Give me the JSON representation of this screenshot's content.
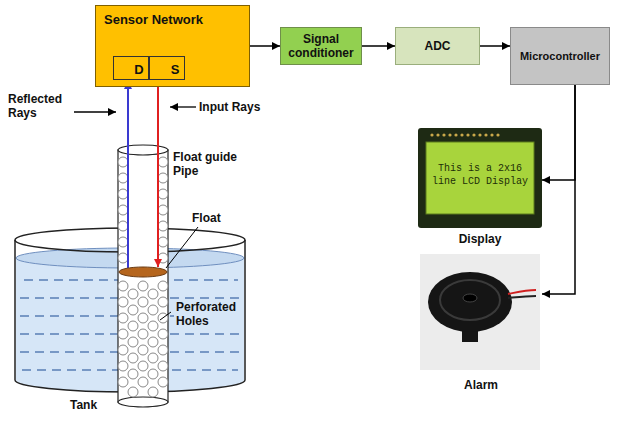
{
  "diagram": {
    "nodes": [
      {
        "text": [
          "Sensor Network"
        ]
      },
      {
        "text": [
          "D"
        ],
        "in": 0
      },
      {
        "text": [
          "S"
        ],
        "in": 0
      },
      {
        "text": [
          "Signal conditioner"
        ]
      },
      {
        "text": [
          "ADC"
        ]
      },
      {
        "text": [
          "Microcontroller"
        ]
      },
      {
        "text": [
          "This is a 2x16 line LCD Display",
          "Display"
        ]
      },
      {
        "text": [
          "Alarm"
        ]
      }
    ],
    "edges": [
      {
        "from": 0,
        "to": 3,
        "arrow": "to"
      },
      {
        "from": 3,
        "to": 4,
        "arrow": "to"
      },
      {
        "from": 4,
        "to": 5,
        "arrow": "to"
      },
      {
        "from": 5,
        "to": 6,
        "arrow": "to"
      },
      {
        "from": 5,
        "to": 7,
        "arrow": "to"
      }
    ],
    "labels": [
      "Reflected Rays",
      "Input Rays",
      "Float guide Pipe",
      "Float",
      "Perforated Holes",
      "Tank"
    ]
  }
}
